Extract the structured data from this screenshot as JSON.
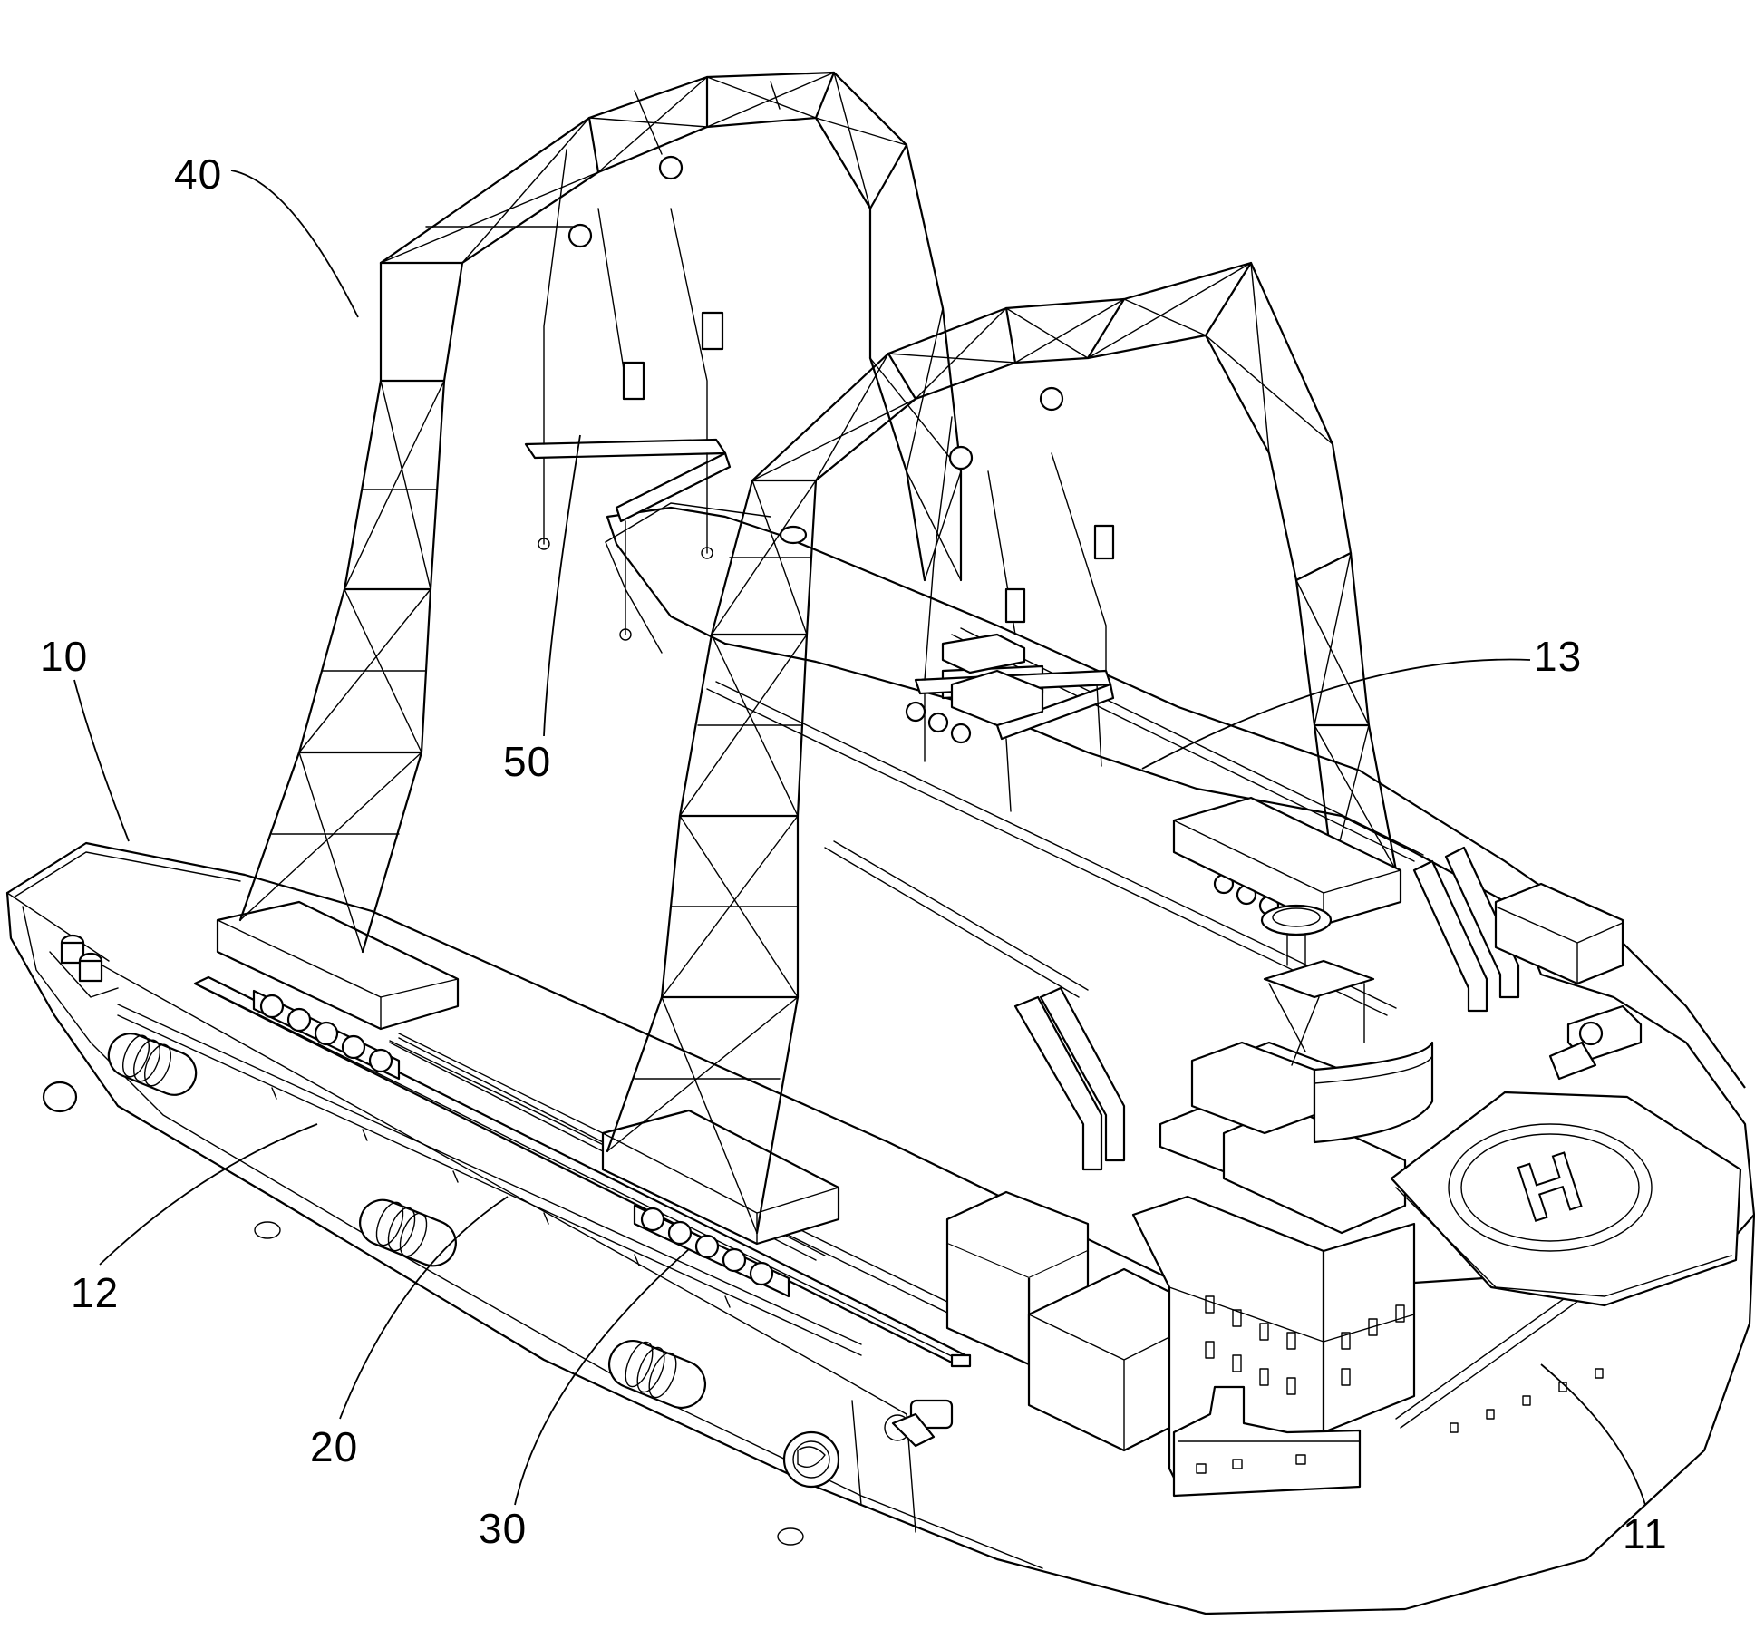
{
  "figure": {
    "reference_labels": [
      {
        "id": "10",
        "text": "10"
      },
      {
        "id": "11",
        "text": "11"
      },
      {
        "id": "12",
        "text": "12"
      },
      {
        "id": "13",
        "text": "13"
      },
      {
        "id": "20",
        "text": "20"
      },
      {
        "id": "30",
        "text": "30"
      },
      {
        "id": "40",
        "text": "40"
      },
      {
        "id": "50",
        "text": "50"
      }
    ],
    "helideck_marking": "H"
  }
}
